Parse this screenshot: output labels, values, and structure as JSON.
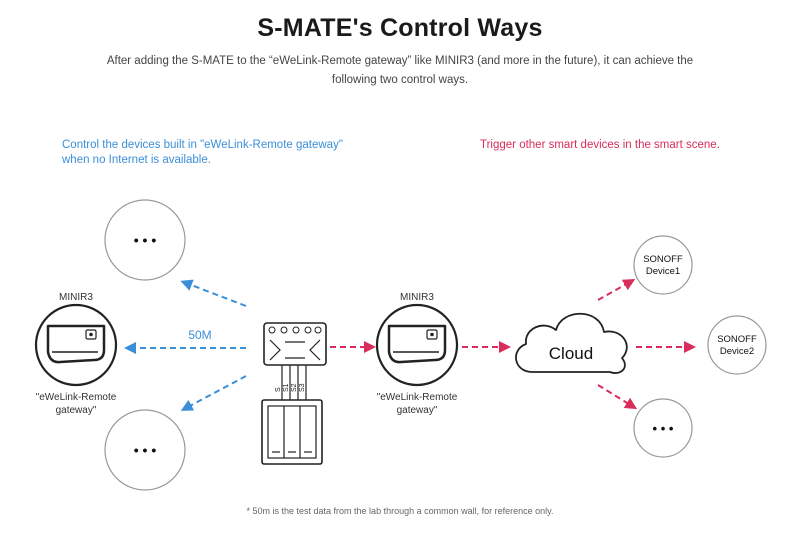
{
  "title": "S-MATE's Control Ways",
  "subtitle": "After adding the S-MATE to the “eWeLink-Remote gateway” like MINIR3 (and more in the future), it can achieve the following two control ways.",
  "left_caption": "Control the devices built in \"eWeLink-Remote gateway\" when no Internet is available.",
  "right_caption": "Trigger other smart devices in the smart scene.",
  "left_gateway": {
    "model": "MINIR3",
    "label_line1": "\"eWeLink-Remote",
    "label_line2": "gateway\""
  },
  "center_gateway": {
    "model": "MINIR3",
    "label_line1": "\"eWeLink-Remote",
    "label_line2": "gateway\""
  },
  "distance_label": "50M",
  "device_ellipsis": "• • •",
  "cloud_label": "Cloud",
  "sonoff_device1": {
    "line1": "SONOFF",
    "line2": "Device1"
  },
  "sonoff_device2": {
    "line1": "SONOFF",
    "line2": "Device2"
  },
  "smate_terminals": [
    "S",
    "S1",
    "S2",
    "S3"
  ],
  "footnote": "* 50m is the test data from the lab through a common wall, for reference only.",
  "colors": {
    "blue_arrow": "#3b8fd8",
    "red_arrow": "#d92c5a",
    "outline": "#222222",
    "circle": "#999999"
  }
}
